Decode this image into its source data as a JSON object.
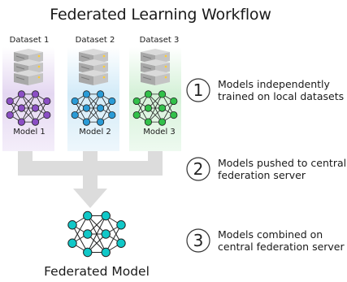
{
  "title": "Federated Learning Workflow",
  "datasets": [
    {
      "label": "Dataset 1",
      "model": "Model 1",
      "color": "#8b4fc4",
      "tint": "#d9c9ea"
    },
    {
      "label": "Dataset 2",
      "model": "Model 2",
      "color": "#2a9bd6",
      "tint": "#c7e4f4"
    },
    {
      "label": "Dataset 3",
      "model": "Model 3",
      "color": "#32c04a",
      "tint": "#c9edcc"
    }
  ],
  "steps": [
    {
      "number": "1",
      "text": [
        "Models independently",
        "trained on local datasets"
      ]
    },
    {
      "number": "2",
      "text": [
        "Models pushed to central",
        "federation server"
      ]
    },
    {
      "number": "3",
      "text": [
        "Models combined on",
        "central federation server"
      ]
    }
  ],
  "federated": {
    "label": "Federated Model",
    "color": "#10c8c8"
  },
  "colors": {
    "connector": "#d9d9d9",
    "server_gray": "#bfbfbf",
    "server_dark": "#9a9a9a"
  }
}
